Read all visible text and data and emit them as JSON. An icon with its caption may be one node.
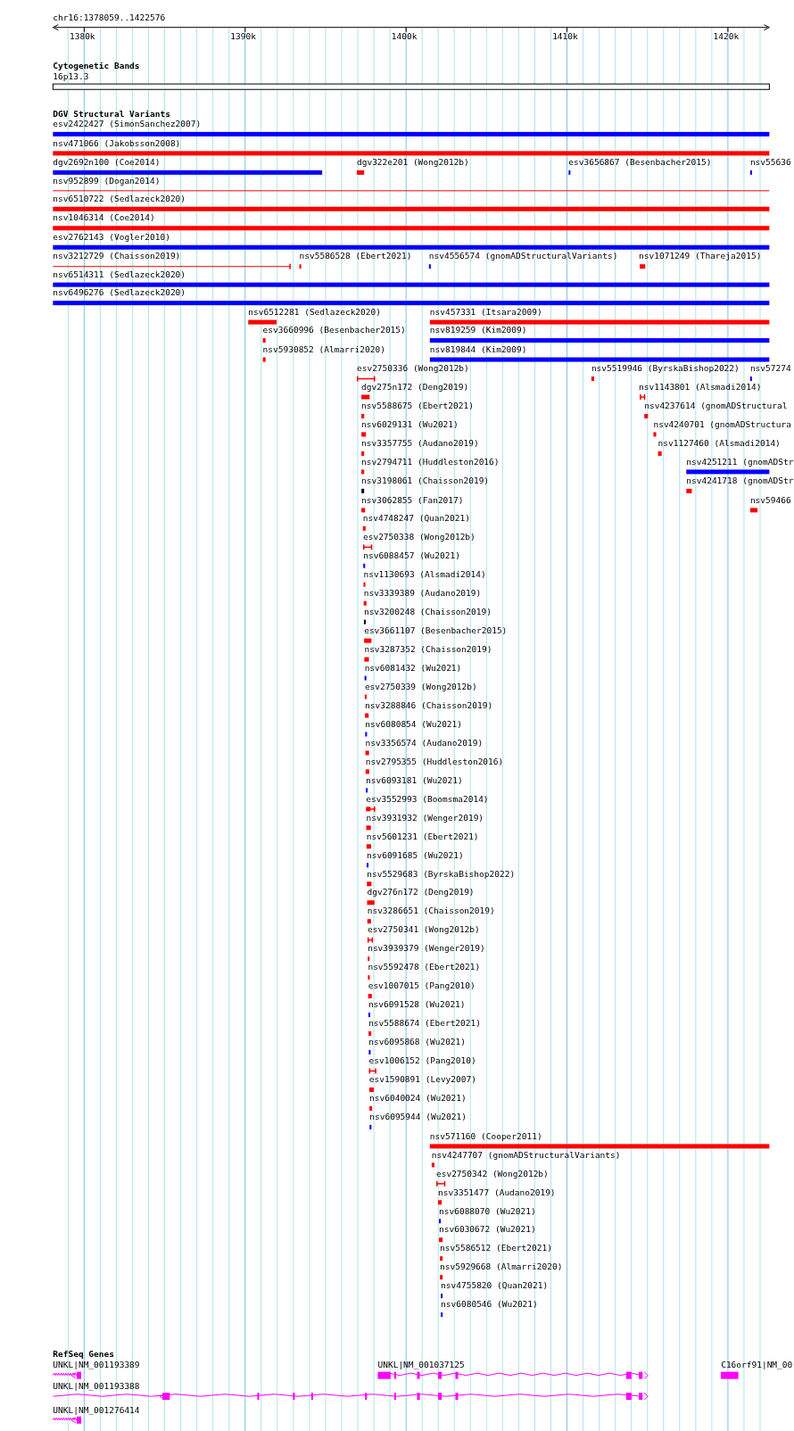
{
  "diagram": {
    "labels": [
      "chr16:1378059..1422576",
      "1380k",
      "1390k",
      "1400k",
      "1410k",
      "1420k",
      "Cytogenetic Bands",
      "16p13.3",
      "DGV Structural Variants",
      "esv2422427 (SimonSanchez2007)",
      "nsv471066 (Jakobsson2008)",
      "dgv2692n100 (Coe2014)",
      "dgv322e201 (Wong2012b)",
      "esv3656867 (Besenbacher2015)",
      "nsv55636",
      "nsv952899 (Dogan2014)",
      "nsv6510722 (Sedlazeck2020)",
      "nsv1046314 (Coe2014)",
      "esv2762143 (Vogler2010)",
      "nsv3212729 (Chaisson2019)",
      "nsv5586528 (Ebert2021)",
      "nsv4556574 (gnomADStructuralVariants)",
      "nsv1071249 (Thareja2015)",
      "nsv6514311 (Sedlazeck2020)",
      "nsv6496276 (Sedlazeck2020)",
      "nsv6512281 (Sedlazeck2020)",
      "nsv457331 (Itsara2009)",
      "esv3660996 (Besenbacher2015)",
      "nsv819259 (Kim2009)",
      "nsv5930852 (Almarri2020)",
      "nsv819844 (Kim2009)",
      "esv2750336 (Wong2012b)",
      "nsv5519946 (ByrskaBishop2022)",
      "nsv57274",
      "dgv275n172 (Deng2019)",
      "nsv1143801 (Alsmadi2014)",
      "nsv5588675 (Ebert2021)",
      "nsv4237614 (gnomADStructural",
      "nsv6029131 (Wu2021)",
      "nsv4240701 (gnomADStructura",
      "nsv3357755 (Audano2019)",
      "nsv1127460 (Alsmadi2014)",
      "nsv2794711 (Huddleston2016)",
      "nsv4251211 (gnomADStr",
      "nsv3198061 (Chaisson2019)",
      "nsv4241718 (gnomADStr",
      "nsv3062855 (Fan2017)",
      "nsv59466",
      "nsv4748247 (Quan2021)",
      "esv2750338 (Wong2012b)",
      "nsv6088457 (Wu2021)",
      "nsv1130693 (Alsmadi2014)",
      "nsv3339389 (Audano2019)",
      "nsv3200248 (Chaisson2019)",
      "esv3661107 (Besenbacher2015)",
      "nsv3287352 (Chaisson2019)",
      "nsv6081432 (Wu2021)",
      "esv2750339 (Wong2012b)",
      "nsv3288846 (Chaisson2019)",
      "nsv6080854 (Wu2021)",
      "nsv3356574 (Audano2019)",
      "nsv2795355 (Huddleston2016)",
      "nsv6093181 (Wu2021)",
      "esv3552993 (Boomsma2014)",
      "nsv3931932 (Wenger2019)",
      "nsv5601231 (Ebert2021)",
      "nsv6091685 (Wu2021)",
      "nsv5529683 (ByrskaBishop2022)",
      "dgv276n172 (Deng2019)",
      "nsv3286651 (Chaisson2019)",
      "esv2750341 (Wong2012b)",
      "nsv3939379 (Wenger2019)",
      "nsv5592478 (Ebert2021)",
      "esv1007015 (Pang2010)",
      "nsv6091528 (Wu2021)",
      "nsv5588674 (Ebert2021)",
      "nsv6095868 (Wu2021)",
      "esv1006152 (Pang2010)",
      "esv1590891 (Levy2007)",
      "nsv6040024 (Wu2021)",
      "nsv6095944 (Wu2021)",
      "nsv571160 (Cooper2011)",
      "nsv4247707 (gnomADStructuralVariants)",
      "esv2750342 (Wong2012b)",
      "nsv3351477 (Audano2019)",
      "nsv6088070 (Wu2021)",
      "nsv6030672 (Wu2021)",
      "nsv5586512 (Ebert2021)",
      "nsv5929668 (Almarri2020)",
      "nsv4755820 (Quan2021)",
      "nsv6080546 (Wu2021)",
      "RefSeq Genes",
      "UNKL|NM_001193389",
      "UNKL|NM_001037125",
      "C16orf91|NM_00",
      "UNKL|NM_001193388",
      "UNKL|NM_001276414"
    ]
  }
}
